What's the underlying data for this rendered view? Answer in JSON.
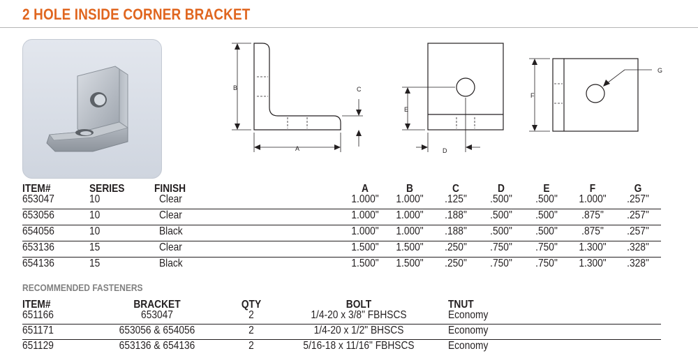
{
  "title": "2 HOLE INSIDE CORNER BRACKET",
  "diagram_labels": {
    "a": "A",
    "b": "B",
    "c": "C",
    "d": "D",
    "e": "E",
    "f": "F",
    "g": "G"
  },
  "products": {
    "headers": [
      "ITEM#",
      "SERIES",
      "FINISH",
      "A",
      "B",
      "C",
      "D",
      "E",
      "F",
      "G"
    ],
    "rows": [
      [
        "653047",
        "10",
        "Clear",
        "1.000\"",
        "1.000\"",
        ".125\"",
        ".500\"",
        ".500\"",
        "1.000\"",
        ".257\""
      ],
      [
        "653056",
        "10",
        "Clear",
        "1.000\"",
        "1.000\"",
        ".188\"",
        ".500\"",
        ".500\"",
        ".875\"",
        ".257\""
      ],
      [
        "654056",
        "10",
        "Black",
        "1.000\"",
        "1.000\"",
        ".188\"",
        ".500\"",
        ".500\"",
        ".875\"",
        ".257\""
      ],
      [
        "653136",
        "15",
        "Clear",
        "1.500\"",
        "1.500\"",
        ".250\"",
        ".750\"",
        ".750\"",
        "1.300\"",
        ".328\""
      ],
      [
        "654136",
        "15",
        "Black",
        "1.500\"",
        "1.500\"",
        ".250\"",
        ".750\"",
        ".750\"",
        "1.300\"",
        ".328\""
      ]
    ]
  },
  "fasteners": {
    "section_title": "RECOMMENDED FASTENERS",
    "headers": [
      "ITEM#",
      "BRACKET",
      "QTY",
      "BOLT",
      "TNUT"
    ],
    "rows": [
      [
        "651166",
        "653047",
        "2",
        "1/4-20 x 3/8\" FBHSCS",
        "Economy"
      ],
      [
        "651171",
        "653056 & 654056",
        "2",
        "1/4-20 x 1/2\" BHSCS",
        "Economy"
      ],
      [
        "651129",
        "653136 & 654136",
        "2",
        "5/16-18 x 11/16\" FBHSCS",
        "Economy"
      ]
    ]
  },
  "colors": {
    "title": "#e0661f",
    "text": "#231f20",
    "section": "#808080"
  }
}
